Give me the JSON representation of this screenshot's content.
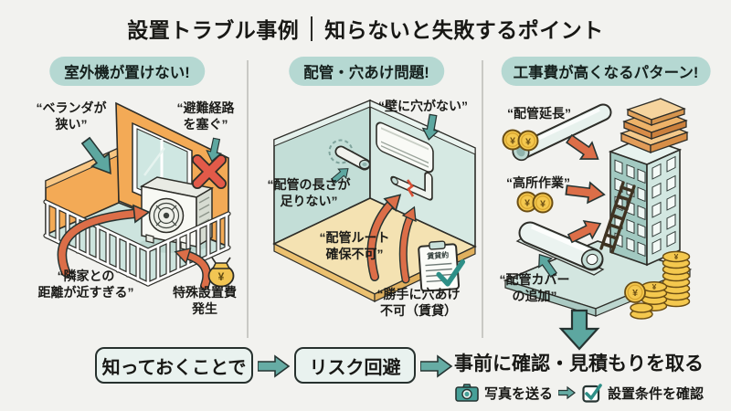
{
  "title": {
    "left": "設置トラブル事例",
    "right": "知らないと失敗するポイント"
  },
  "panel1": {
    "header": "室外機が置けない!",
    "label_balcony": "“ベランダが\n狭い”",
    "label_escape": "“避難経路\nを塞ぐ”",
    "label_neighbor": "“隣家との\n距離が近すぎる”",
    "label_cost": "特殊設置費\n発生"
  },
  "panel2": {
    "header": "配管・穴あけ問題!",
    "label_no_hole": "“壁に穴がない”",
    "label_pipe_length": "“配管の長さが\n足りない”",
    "label_pipe_route": "“配管ルート\n確保不可”",
    "label_no_drilling": "“勝手に穴あけ\n不可（賃貸）",
    "clipboard_title": "賃貸約"
  },
  "panel3": {
    "header": "工事費が高くなるパターン!",
    "label_pipe_extension": "“配管延長”",
    "label_high_work": "“高所作業”",
    "label_pipe_cover": "“配管カバー\nの追加”"
  },
  "flow": {
    "step1": "知っておくことで",
    "step2": "リスク回避",
    "result": "事前に確認・見積もりを取る",
    "action_photo": "写真を送る",
    "action_check": "設置条件を確認"
  },
  "icons": {
    "yen": "¥"
  },
  "colors": {
    "background": "#f2f2ef",
    "badge_teal": "#b5d8d2",
    "teal_arrow": "#5da7a0",
    "orange_arrow": "#dc6e48",
    "red_x": "#e25a49",
    "coin_gold": "#f4c84e",
    "wall_orange": "#f3aa56",
    "wall_teal": "#d6e9e3",
    "floor_cream": "#f4e2b2"
  }
}
